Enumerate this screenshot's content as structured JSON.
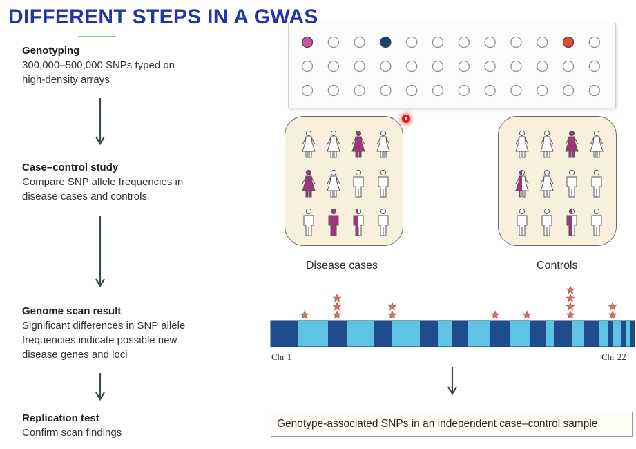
{
  "title": "DIFFERENT STEPS IN A GWAS",
  "steps": [
    {
      "heading": "Genotyping",
      "body": [
        "300,000–500,000 SNPs typed on",
        "high-density arrays"
      ]
    },
    {
      "heading": "Case–control study",
      "body": [
        "Compare SNP allele frequencies in",
        "disease cases and controls"
      ]
    },
    {
      "heading": "Genome scan result",
      "body": [
        "Significant differences in SNP allele",
        "frequencies indicate possible new",
        "disease genes and loci"
      ]
    },
    {
      "heading": "Replication  test",
      "body": [
        "Confirm scan findings"
      ]
    }
  ],
  "groups": {
    "cases_label": "Disease cases",
    "controls_label": "Controls"
  },
  "chromosome": {
    "start_label": "Chr 1",
    "end_label": "Chr 22"
  },
  "replication_text": "Genotype-associated SNPs in an independent case–control sample",
  "colors": {
    "title": "#2433a8",
    "affected": "#a0357f",
    "chr_dark": "#1f4c8c",
    "chr_light": "#5fc3e6",
    "star": "#d9735e",
    "box_fill": "#f6f0dd"
  },
  "chip": {
    "rows": 3,
    "cols": 12,
    "highlighted": [
      {
        "row": 1,
        "col": 1,
        "color": "#c4579a"
      },
      {
        "row": 1,
        "col": 4,
        "color": "#1f3f79"
      },
      {
        "row": 1,
        "col": 11,
        "color": "#dd4b33"
      }
    ]
  }
}
